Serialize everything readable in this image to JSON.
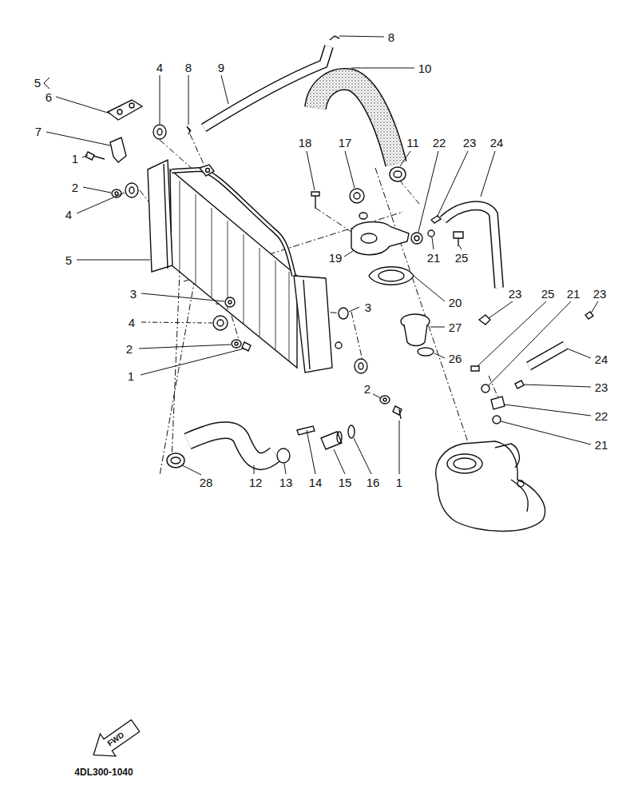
{
  "diagram": {
    "labels": [
      "8",
      "5",
      "6",
      "4",
      "8",
      "9",
      "10",
      "7",
      "1",
      "18",
      "17",
      "11",
      "22",
      "23",
      "24",
      "2",
      "4",
      "19",
      "21",
      "25",
      "5",
      "3",
      "23",
      "25",
      "21",
      "23",
      "20",
      "3",
      "4",
      "27",
      "2",
      "26",
      "24",
      "1",
      "23",
      "2",
      "22",
      "21",
      "28",
      "12",
      "13",
      "14",
      "15",
      "16",
      "1",
      "FWD",
      "4DL300-1040"
    ]
  }
}
